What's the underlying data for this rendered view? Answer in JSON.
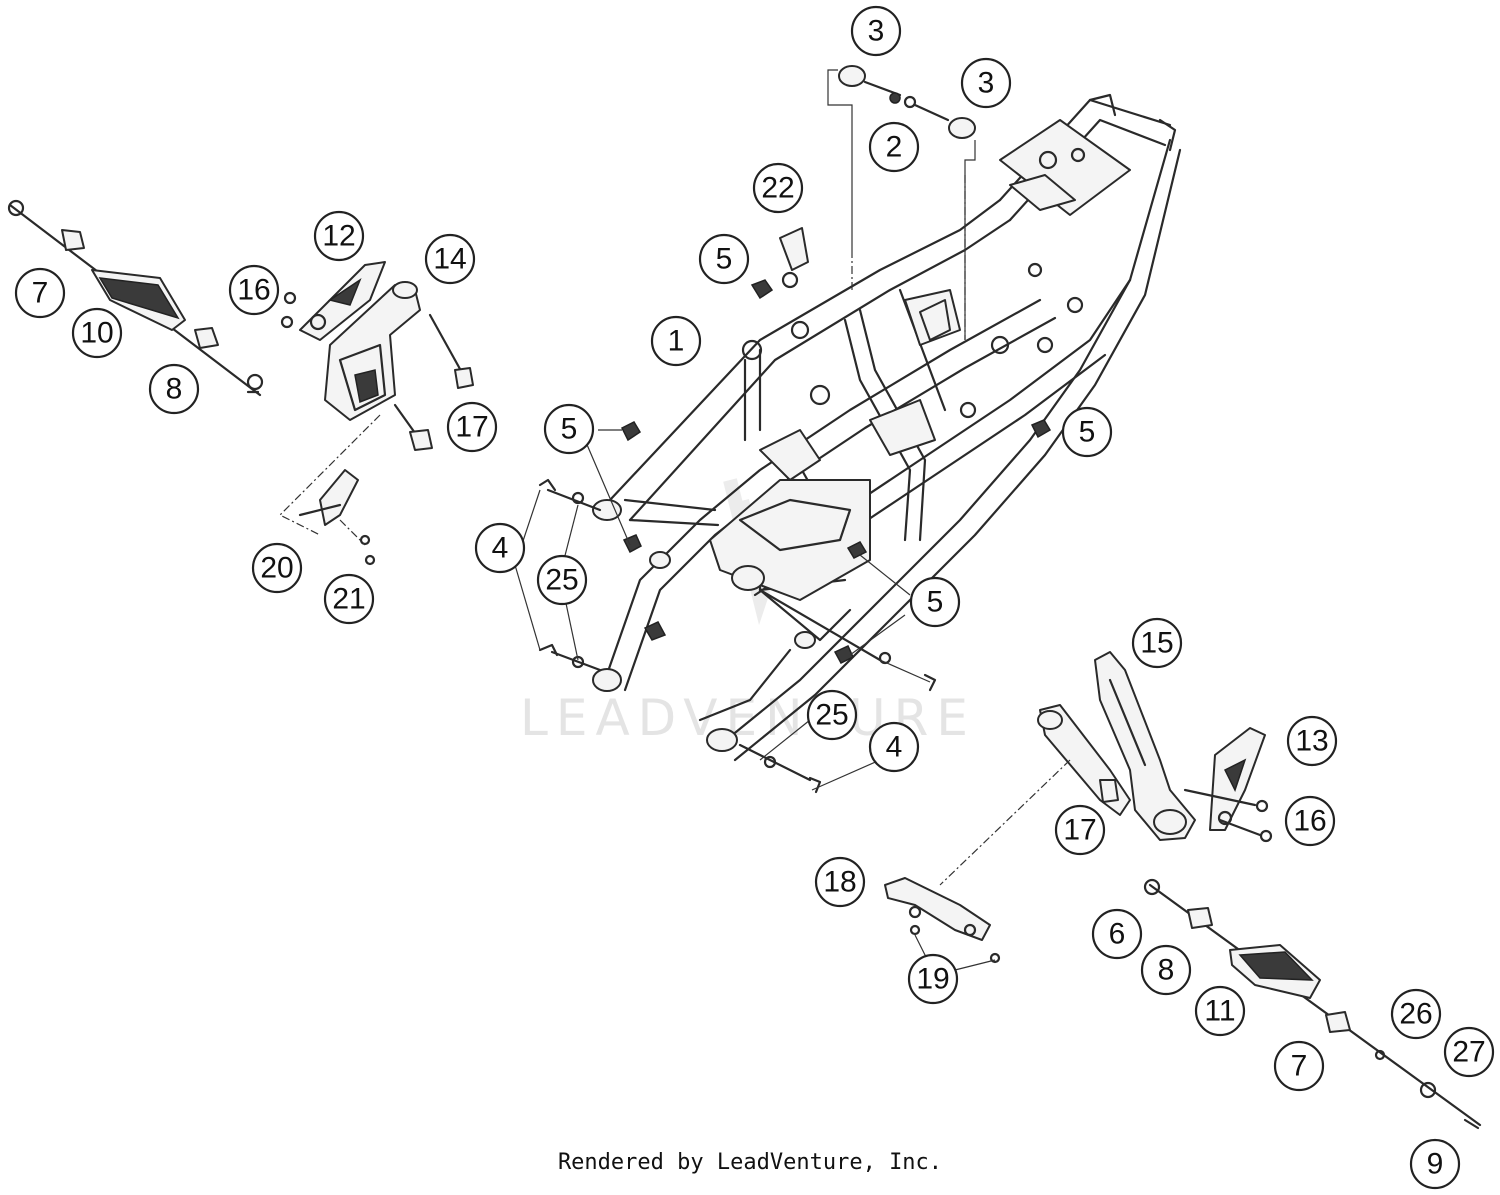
{
  "watermark": "LEADVENTURE",
  "footer": "Rendered by LeadVenture, Inc.",
  "callouts": [
    {
      "label": "3"
    },
    {
      "label": "3"
    },
    {
      "label": "2"
    },
    {
      "label": "22"
    },
    {
      "label": "5"
    },
    {
      "label": "1"
    },
    {
      "label": "12"
    },
    {
      "label": "14"
    },
    {
      "label": "16"
    },
    {
      "label": "7"
    },
    {
      "label": "10"
    },
    {
      "label": "8"
    },
    {
      "label": "17"
    },
    {
      "label": "5"
    },
    {
      "label": "5"
    },
    {
      "label": "4"
    },
    {
      "label": "25"
    },
    {
      "label": "20"
    },
    {
      "label": "21"
    },
    {
      "label": "5"
    },
    {
      "label": "25"
    },
    {
      "label": "4"
    },
    {
      "label": "15"
    },
    {
      "label": "13"
    },
    {
      "label": "16"
    },
    {
      "label": "17"
    },
    {
      "label": "18"
    },
    {
      "label": "19"
    },
    {
      "label": "6"
    },
    {
      "label": "8"
    },
    {
      "label": "11"
    },
    {
      "label": "7"
    },
    {
      "label": "26"
    },
    {
      "label": "27"
    },
    {
      "label": "9"
    }
  ]
}
